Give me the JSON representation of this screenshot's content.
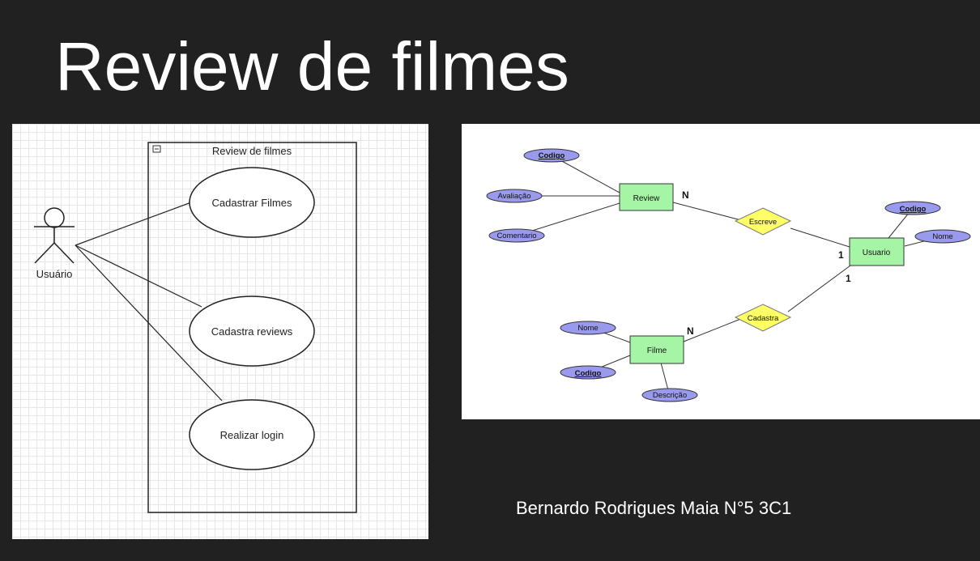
{
  "title": "Review de filmes",
  "author": "Bernardo Rodrigues Maia N°5 3C1",
  "use_case": {
    "system_title": "Review de filmes",
    "actor": "Usuário",
    "cases": [
      "Cadastrar Filmes",
      "Cadastra reviews",
      "Realizar login"
    ]
  },
  "er": {
    "entities": {
      "review": "Review",
      "usuario": "Usuario",
      "filme": "Filme"
    },
    "relationships": {
      "escreve": "Escreve",
      "cadastra": "Cadastra"
    },
    "attributes": {
      "review_codigo": "Codigo",
      "review_avaliacao": "Avaliação",
      "review_comentario": "Comentario",
      "usuario_codigo": "Codigo",
      "usuario_nome": "Nome",
      "filme_nome": "Nome",
      "filme_codigo": "Codigo",
      "filme_descricao": "Descrição"
    },
    "cardinalities": {
      "review_escreve": "N",
      "usuario_escreve": "1",
      "usuario_cadastra": "1",
      "filme_cadastra": "N"
    },
    "colors": {
      "entity": "#a6f5a6",
      "relationship": "#ffff66",
      "attribute": "#9999ee"
    }
  }
}
